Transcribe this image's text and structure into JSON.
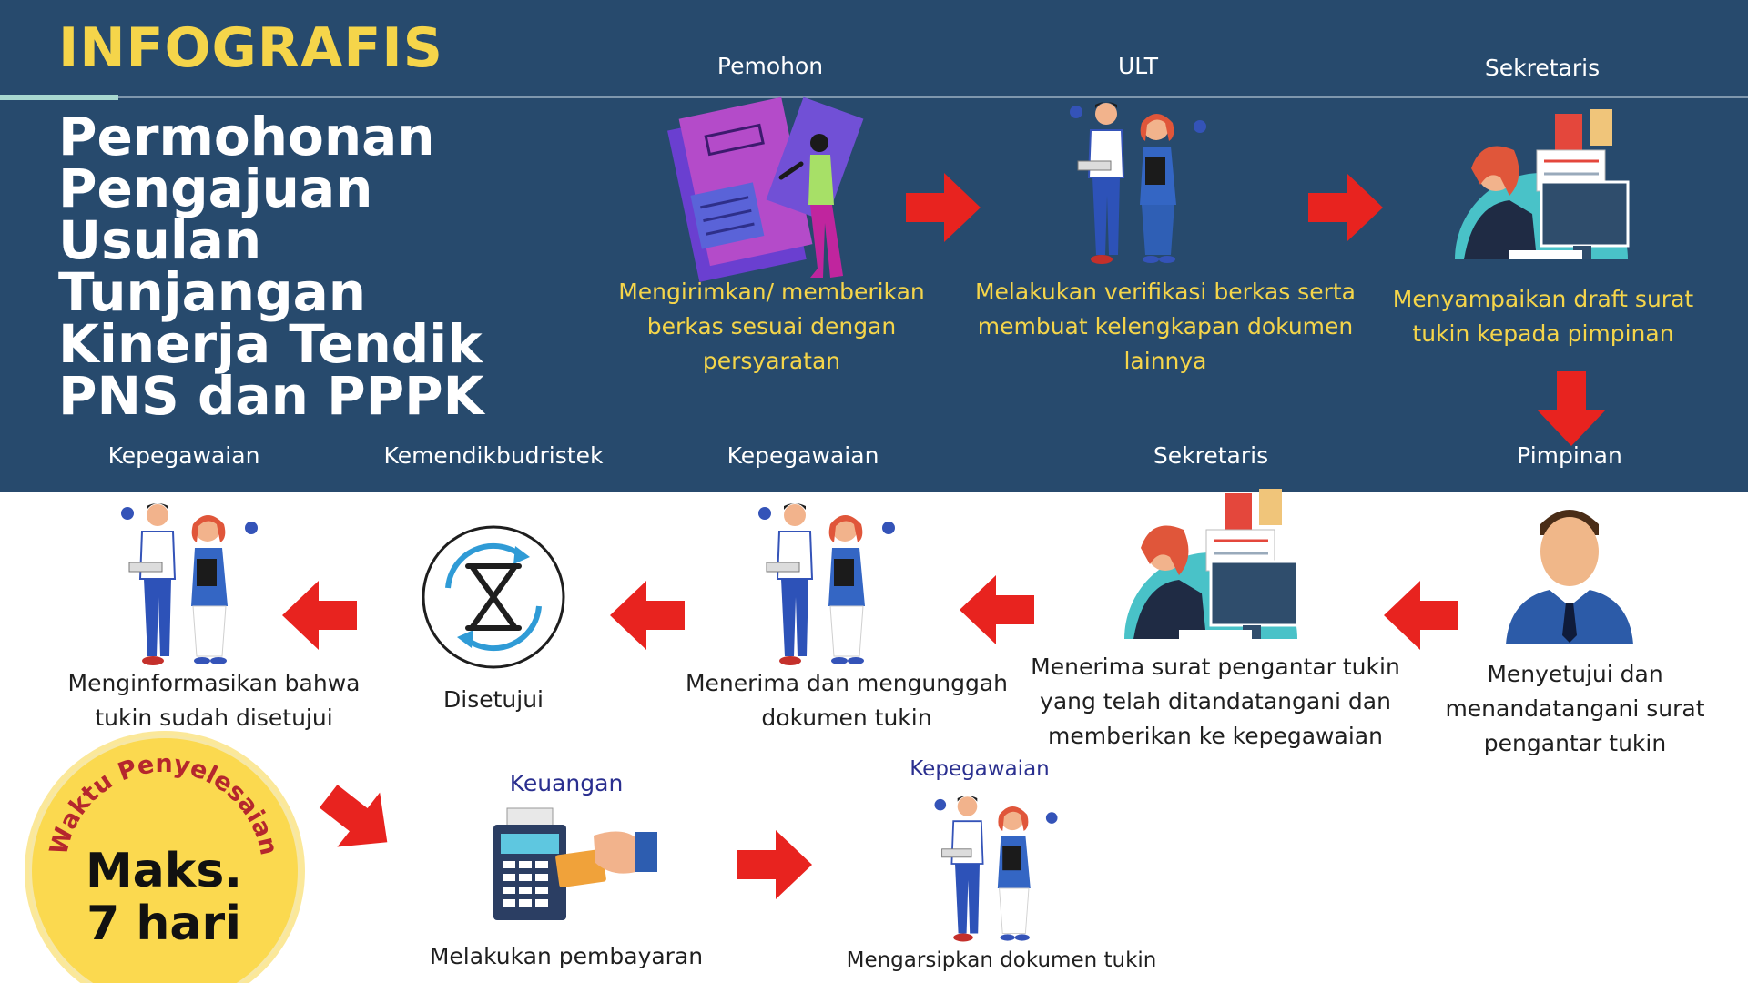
{
  "header": {
    "tag": "INFOGRAFIS",
    "title": "Permohonan Pengajuan Usulan Tunjangan Kinerja Tendik PNS dan PPPK"
  },
  "colors": {
    "background_top": "#274a6d",
    "accent_yellow": "#f5d54a",
    "arrow_red": "#e8231f",
    "badge_yellow": "#fbd94f",
    "badge_text_red": "#b5272d",
    "role_text_light": "#2a2f8f"
  },
  "steps": [
    {
      "role": "Pemohon",
      "description": "Mengirimkan/ memberikan berkas sesuai dengan persyaratan",
      "icon": "documents-person-icon"
    },
    {
      "role": "ULT",
      "description": "Melakukan verifikasi berkas serta membuat kelengkapan dokumen lainnya",
      "icon": "two-staff-icon"
    },
    {
      "role": "Sekretaris",
      "description": "Menyampaikan draft surat tukin kepada pimpinan",
      "icon": "secretary-desk-icon"
    },
    {
      "role": "Pimpinan",
      "description": "Menyetujui dan menandatangani surat pengantar tukin",
      "icon": "executive-avatar-icon"
    },
    {
      "role": "Sekretaris",
      "description": "Menerima surat pengantar tukin yang telah ditandatangani dan memberikan ke kepegawaian",
      "icon": "secretary-desk-icon"
    },
    {
      "role": "Kepegawaian",
      "description": "Menerima dan mengunggah dokumen tukin",
      "icon": "two-staff-icon"
    },
    {
      "role": "Kemendikbudristek",
      "description": "Disetujui",
      "icon": "hourglass-cycle-icon"
    },
    {
      "role": "Kepegawaian",
      "description": "Menginformasikan bahwa tukin sudah disetujui",
      "icon": "two-staff-icon"
    },
    {
      "role": "Keuangan",
      "description": "Melakukan pembayaran",
      "icon": "payment-terminal-icon"
    },
    {
      "role": "Kepegawaian",
      "description": "Mengarsipkan dokumen tukin",
      "icon": "two-staff-icon"
    }
  ],
  "badge": {
    "arc_text": "Waktu Penyelesaian",
    "line1": "Maks.",
    "line2": "7 hari"
  }
}
